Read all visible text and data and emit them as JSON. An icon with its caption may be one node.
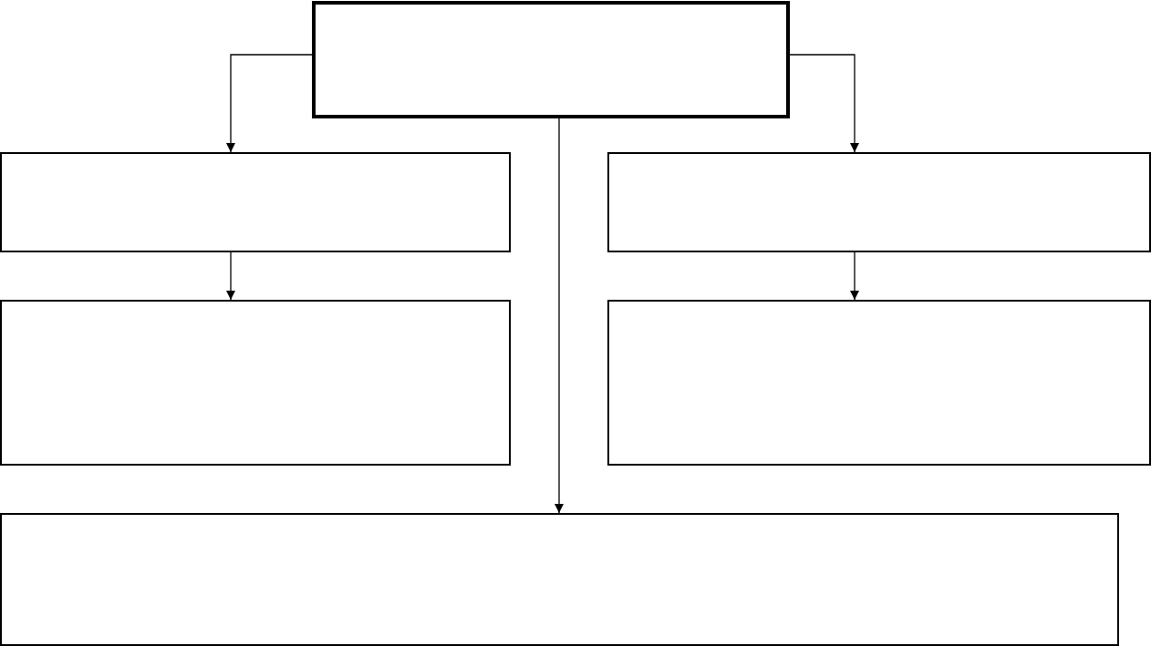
{
  "diagram": {
    "nodes": [
      {
        "text": [],
        "shape": "box"
      },
      {
        "text": [],
        "shape": "box"
      },
      {
        "text": [],
        "shape": "box"
      },
      {
        "text": [],
        "shape": "box"
      },
      {
        "text": [],
        "shape": "box"
      },
      {
        "text": [],
        "shape": "box"
      }
    ],
    "edges": [
      {
        "from": 0,
        "to": 1,
        "arrow": "to"
      },
      {
        "from": 0,
        "to": 2,
        "arrow": "to"
      },
      {
        "from": 0,
        "to": 5,
        "arrow": "to"
      },
      {
        "from": 1,
        "to": 3,
        "arrow": "to"
      },
      {
        "from": 2,
        "to": 4,
        "arrow": "to"
      }
    ]
  }
}
